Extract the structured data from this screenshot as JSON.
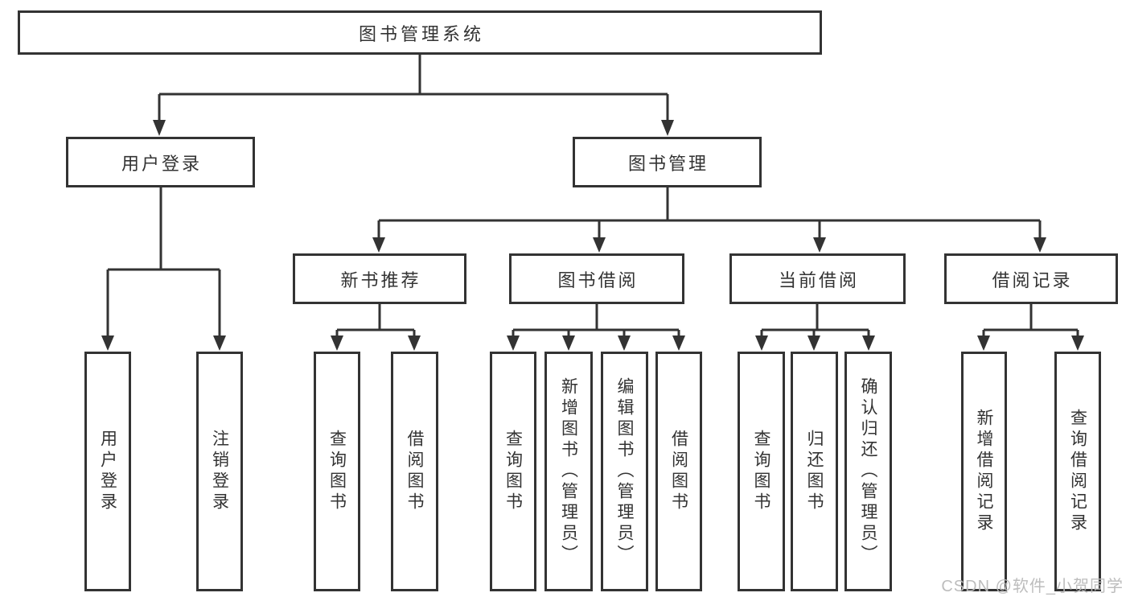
{
  "diagram": {
    "title": "图书管理系统",
    "root": {
      "label": "图书管理系统"
    },
    "level2": [
      {
        "id": "user-login-group",
        "label": "用户登录"
      },
      {
        "id": "book-management",
        "label": "图书管理"
      }
    ],
    "level3": [
      {
        "id": "new-book-recommend",
        "label": "新书推荐"
      },
      {
        "id": "book-borrowing",
        "label": "图书借阅"
      },
      {
        "id": "current-borrowing",
        "label": "当前借阅"
      },
      {
        "id": "borrowing-records",
        "label": "借阅记录"
      }
    ],
    "leaves": [
      {
        "id": "user-login",
        "label": "用户登录",
        "parent": "用户登录"
      },
      {
        "id": "logout",
        "label": "注销登录",
        "parent": "用户登录"
      },
      {
        "id": "query-books-recommend",
        "label": "查询图书",
        "parent": "新书推荐"
      },
      {
        "id": "borrow-books-recommend",
        "label": "借阅图书",
        "parent": "新书推荐"
      },
      {
        "id": "query-books-borrowing",
        "label": "查询图书",
        "parent": "图书借阅"
      },
      {
        "id": "add-books-admin",
        "label": "新增图书（管理员）",
        "parent": "图书借阅"
      },
      {
        "id": "edit-books-admin",
        "label": "编辑图书（管理员）",
        "parent": "图书借阅"
      },
      {
        "id": "borrow-books-borrowing",
        "label": "借阅图书",
        "parent": "图书借阅"
      },
      {
        "id": "query-books-current",
        "label": "查询图书",
        "parent": "当前借阅"
      },
      {
        "id": "return-books",
        "label": "归还图书",
        "parent": "当前借阅"
      },
      {
        "id": "confirm-return-admin",
        "label": "确认归还（管理员）",
        "parent": "当前借阅"
      },
      {
        "id": "add-borrow-record",
        "label": "新增借阅记录",
        "parent": "借阅记录"
      },
      {
        "id": "query-borrow-record",
        "label": "查询借阅记录",
        "parent": "借阅记录"
      }
    ],
    "watermark": "CSDN @软件_小贺同学",
    "colors": {
      "line": "#333333",
      "text": "#333333",
      "node_background": "#ffffff",
      "page_background": "#ffffff",
      "watermark": "#b9b9b9"
    }
  }
}
